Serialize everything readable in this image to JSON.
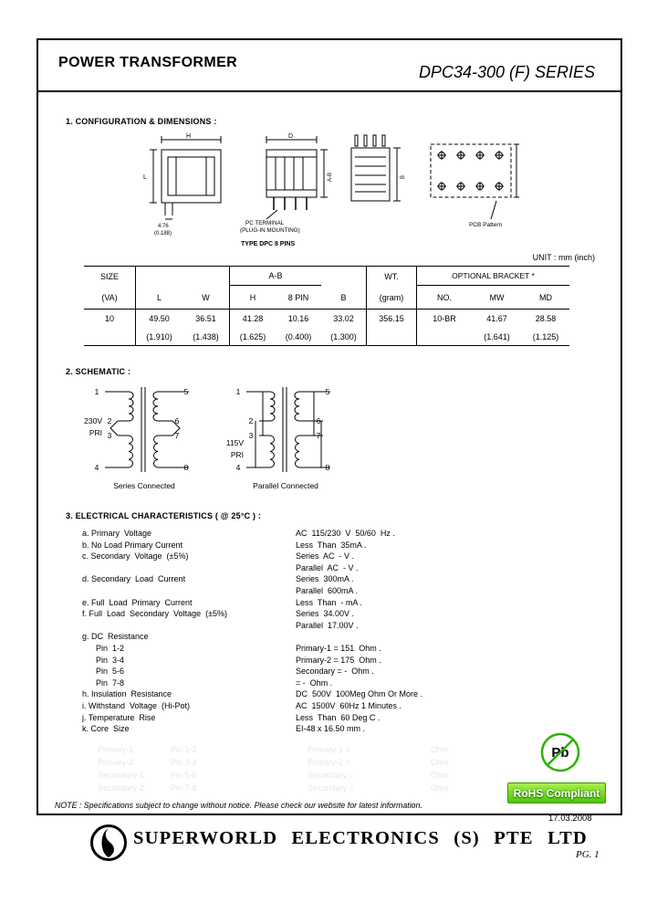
{
  "colors": {
    "green": "#2db200",
    "badge_green": "#63cc1a",
    "ink": "#000000",
    "paper": "#ffffff"
  },
  "header": {
    "title": "POWER TRANSFORMER",
    "series": "DPC34-300 (F) SERIES"
  },
  "sections": {
    "s1": "1. CONFIGURATION & DIMENSIONS :",
    "s2": "2. SCHEMATIC :",
    "s3": "3. ELECTRICAL CHARACTERISTICS ( @ 25°C ) :"
  },
  "drawings": {
    "dim_h": "H",
    "dim_l": "L",
    "dim_d": "D",
    "dim_ab": "A-B",
    "dim_b": "B",
    "dim_476": "4.76",
    "dim_0188": "(0.188)",
    "pc_terminal_1": "PC TERMINAL",
    "pc_terminal_2": "(PLUG-IN MOUNTING)",
    "type_label": "TYPE DPC 8 PINS",
    "pcb_pattern": "PCB Pattern",
    "unit": "UNIT : mm (inch)"
  },
  "table": {
    "h1": {
      "size": "SIZE",
      "ab": "A-B",
      "wt": "WT.",
      "bracket": "OPTIONAL BRACKET *"
    },
    "h2": [
      "(VA)",
      "L",
      "W",
      "H",
      "8 PIN",
      "B",
      "(gram)",
      "NO.",
      "MW",
      "MD"
    ],
    "mm": [
      "10",
      "49.50",
      "36.51",
      "41.28",
      "10.16",
      "33.02",
      "356.15",
      "10-BR",
      "41.67",
      "28.58"
    ],
    "inch": [
      "",
      "(1.910)",
      "(1.438)",
      "(1.625)",
      "(0.400)",
      "(1.300)",
      "",
      "",
      "(1.641)",
      "(1.125)"
    ]
  },
  "schematic": {
    "series": {
      "caption": "Series Connected",
      "label_1": "230V",
      "label_2": "PRI",
      "pins": [
        "1",
        "2",
        "3",
        "4",
        "5",
        "6",
        "7",
        "8"
      ]
    },
    "parallel": {
      "caption": "Parallel Connected",
      "label_1": "115V",
      "label_2": "PRI",
      "pins": [
        "1",
        "2",
        "3",
        "4",
        "5",
        "6",
        "7",
        "8"
      ]
    }
  },
  "electrical": {
    "rows": [
      {
        "label": "a. Primary  Voltage",
        "value": "AC  115/230  V  50/60  Hz ."
      },
      {
        "label": "b. No Load Primary Current",
        "value": "Less  Than  35mA ."
      },
      {
        "label": "c. Secondary  Voltage  (±5%)",
        "value": "Series  AC  - V ."
      },
      {
        "label": "",
        "value": "Parallel  AC  - V ."
      },
      {
        "label": "d. Secondary  Load  Current",
        "value": "Series  300mA ."
      },
      {
        "label": "",
        "value": "Parallel  600mA ."
      },
      {
        "label": "e. Full  Load  Primary  Current",
        "value": "Less  Than  - mA ."
      },
      {
        "label": "f. Full  Load  Secondary  Voltage  (±5%)",
        "value": "Series  34.00V ."
      },
      {
        "label": "",
        "value": "Parallel  17.00V ."
      },
      {
        "label": "g. DC  Resistance",
        "value": ""
      },
      {
        "label": "      Pin  1-2",
        "value": "Primary-1 = 151  Ohm ."
      },
      {
        "label": "      Pin  3-4",
        "value": "Primary-2 = 175  Ohm ."
      },
      {
        "label": "      Pin  5-6",
        "value": "Secondary = -  Ohm ."
      },
      {
        "label": "      Pin  7-8",
        "value": "= -  Ohm ."
      },
      {
        "label": "h. Insulation  Resistance",
        "value": "DC  500V  100Meg Ohm Or More ."
      },
      {
        "label": "i. Withstand  Voltage  (Hi-Pot)",
        "value": "AC  1500V  60Hz 1 Minutes ."
      },
      {
        "label": "j. Temperature  Rise",
        "value": "Less  Than  60 Deg C ."
      },
      {
        "label": "k. Core  Size",
        "value": "EI-48 x 16.50 mm ."
      }
    ]
  },
  "ghost_rows": [
    {
      "a": "Primary-1",
      "b": "Pin 1-2",
      "c": "Primary-1 =",
      "d": "Ohm ."
    },
    {
      "a": "Primary-2",
      "b": "Pin 3-4",
      "c": "Primary-2 =",
      "d": "Ohm ."
    },
    {
      "a": "Secondary-1",
      "b": "Pin 5-6",
      "c": "Secondary =",
      "d": "Ohm ."
    },
    {
      "a": "Secondary-2",
      "b": "Pin 7-8",
      "c": "Secondary =",
      "d": "Ohm ."
    }
  ],
  "rohs": {
    "pb": "Pb",
    "badge": "RoHS Compliant"
  },
  "footer": {
    "note": "NOTE : Specifications subject to change without notice. Please check our website for latest information.",
    "date": "17.03.2008",
    "company": "SUPERWORLD  ELECTRONICS  (S)  PTE  LTD",
    "page": "PG. 1"
  }
}
